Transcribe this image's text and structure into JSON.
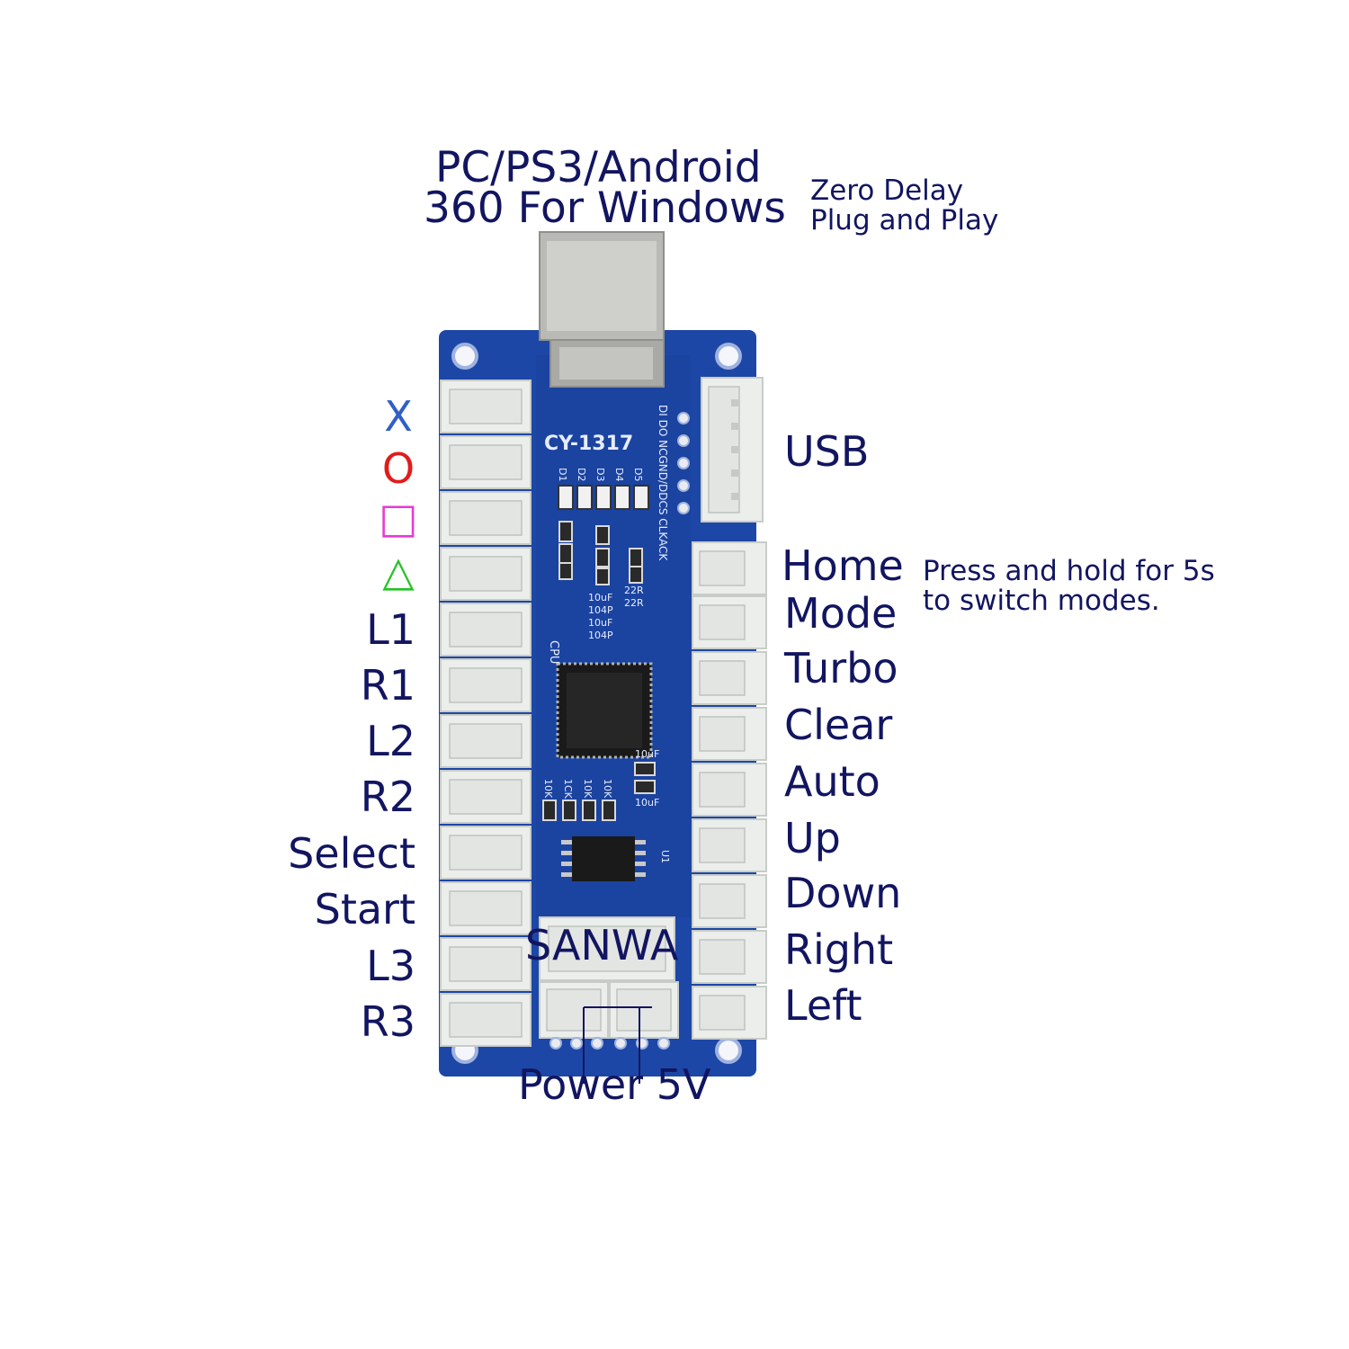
{
  "title": {
    "line1": "PC/PS3/Android",
    "line2": "360 For Windows"
  },
  "features": {
    "line1": "Zero Delay",
    "line2": "Plug and Play"
  },
  "board": {
    "model": "CY-1317",
    "chip_label": "CPU",
    "header_pins": "DI DO NCGND/DDCS CLKACK",
    "led_labels": [
      "D1",
      "D2",
      "D3",
      "D4",
      "D5"
    ],
    "cap_labels": [
      "10uF",
      "104P",
      "10uF",
      "104P"
    ],
    "res_labels": [
      "22R",
      "22R"
    ],
    "bottom_labels": [
      "10K",
      "1CK",
      "10K",
      "10K"
    ],
    "cap2_labels": [
      "10uF",
      "10uF"
    ],
    "ic_label": "U1"
  },
  "left_buttons": [
    "L1",
    "R1",
    "L2",
    "R2",
    "Select",
    "Start",
    "L3",
    "R3"
  ],
  "face_buttons": [
    {
      "symbol": "X",
      "color": "#2f5fc7"
    },
    {
      "symbol": "O",
      "color": "#e21b1b"
    },
    {
      "symbol": "□",
      "color": "#e63ad3"
    },
    {
      "symbol": "△",
      "color": "#27c227"
    }
  ],
  "right_buttons": [
    "USB",
    "Home",
    "Mode",
    "Turbo",
    "Clear",
    "Auto",
    "Up",
    "Down",
    "Right",
    "Left"
  ],
  "home_note": {
    "line1": "Press and hold for 5s",
    "line2": "to switch modes."
  },
  "sanwa_label": "SANWA",
  "power_label": "Power 5V",
  "colors": {
    "text": "#121560",
    "pcb": "#1d47a6",
    "pcb_dark": "#143a8e",
    "connector": "#eceeec"
  }
}
